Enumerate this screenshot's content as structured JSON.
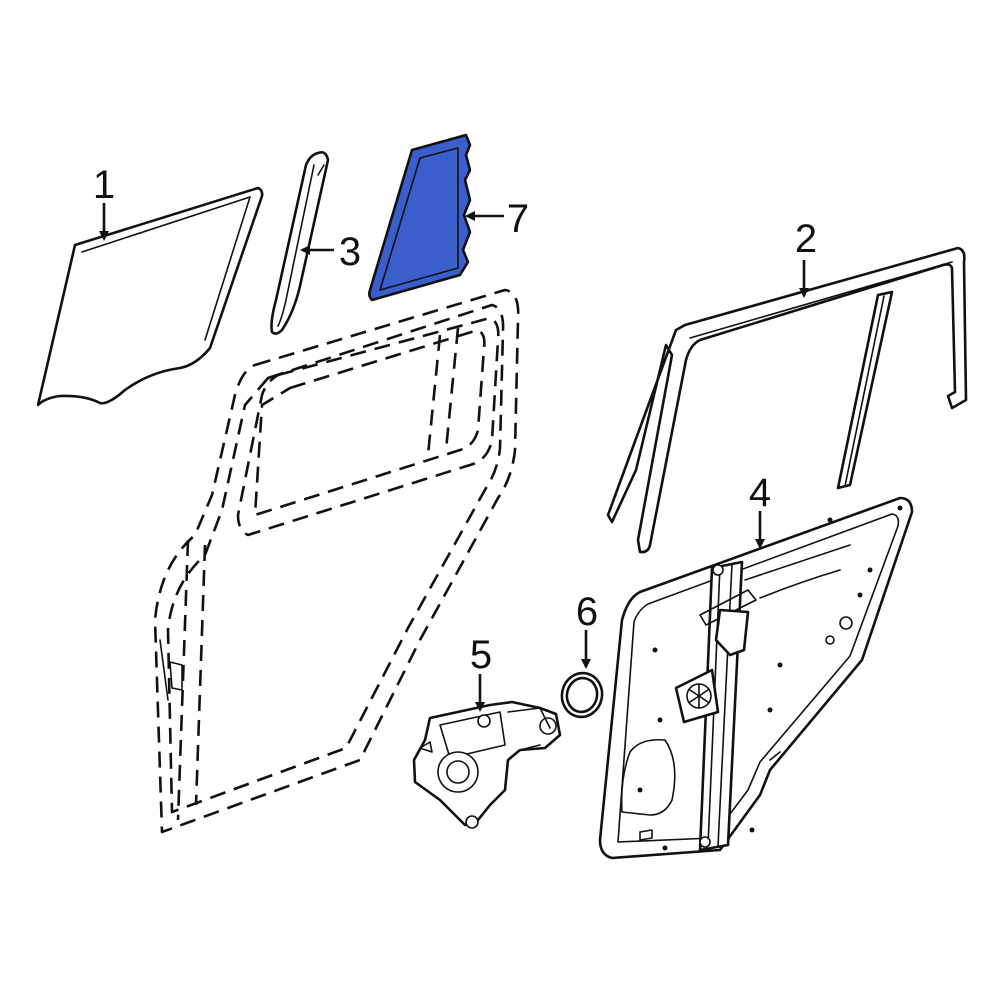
{
  "diagram": {
    "highlight_color": "#3a5fcd",
    "callouts": [
      {
        "id": "door-glass",
        "label": "1"
      },
      {
        "id": "window-frame",
        "label": "2"
      },
      {
        "id": "glass-channel",
        "label": "3"
      },
      {
        "id": "window-regulator",
        "label": "4"
      },
      {
        "id": "regulator-motor",
        "label": "5"
      },
      {
        "id": "motor-seal",
        "label": "6"
      },
      {
        "id": "quarter-glass",
        "label": "7"
      }
    ]
  }
}
